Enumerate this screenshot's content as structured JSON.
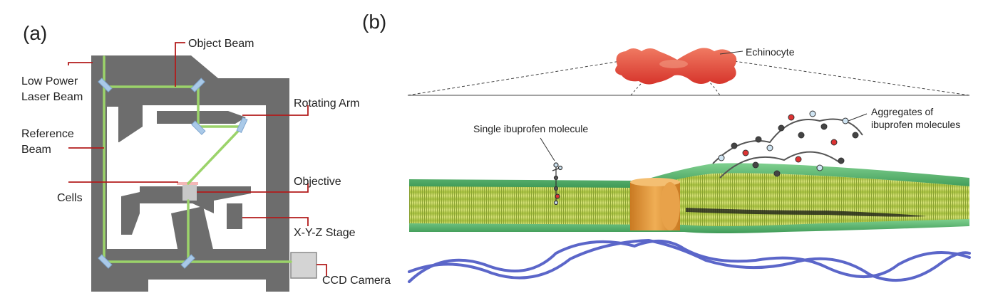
{
  "panel_a": {
    "panel_label": "(a)",
    "labels": {
      "object_beam": "Object Beam",
      "low_power_laser_beam_line1": "Low Power",
      "low_power_laser_beam_line2": "Laser Beam",
      "rotating_arm": "Rotating Arm",
      "reference_beam_line1": "Reference",
      "reference_beam_line2": "Beam",
      "objective": "Objective",
      "cells": "Cells",
      "xyz_stage": "X-Y-Z Stage",
      "ccd_camera": "CCD Camera"
    }
  },
  "panel_b": {
    "panel_label": "(b)",
    "labels": {
      "echinocyte": "Echinocyte",
      "single_ibuprofen_molecule": "Single ibuprofen molecule",
      "aggregates_line1": "Aggregates of",
      "aggregates_line2": "ibuprofen molecules"
    }
  },
  "colors": {
    "frame_gray": "#6d6d6d",
    "beam_green": "#9bd36a",
    "leader_red": "#b31b1b",
    "mirror_blue": "#a9c9e8",
    "membrane_head_green": "#4fb56b",
    "membrane_tail_yellow": "#c9d85a",
    "channel_orange": "#e39a3a",
    "cytoskeleton_blue": "#5b66c9",
    "echinocyte_red": "#e2453a"
  }
}
